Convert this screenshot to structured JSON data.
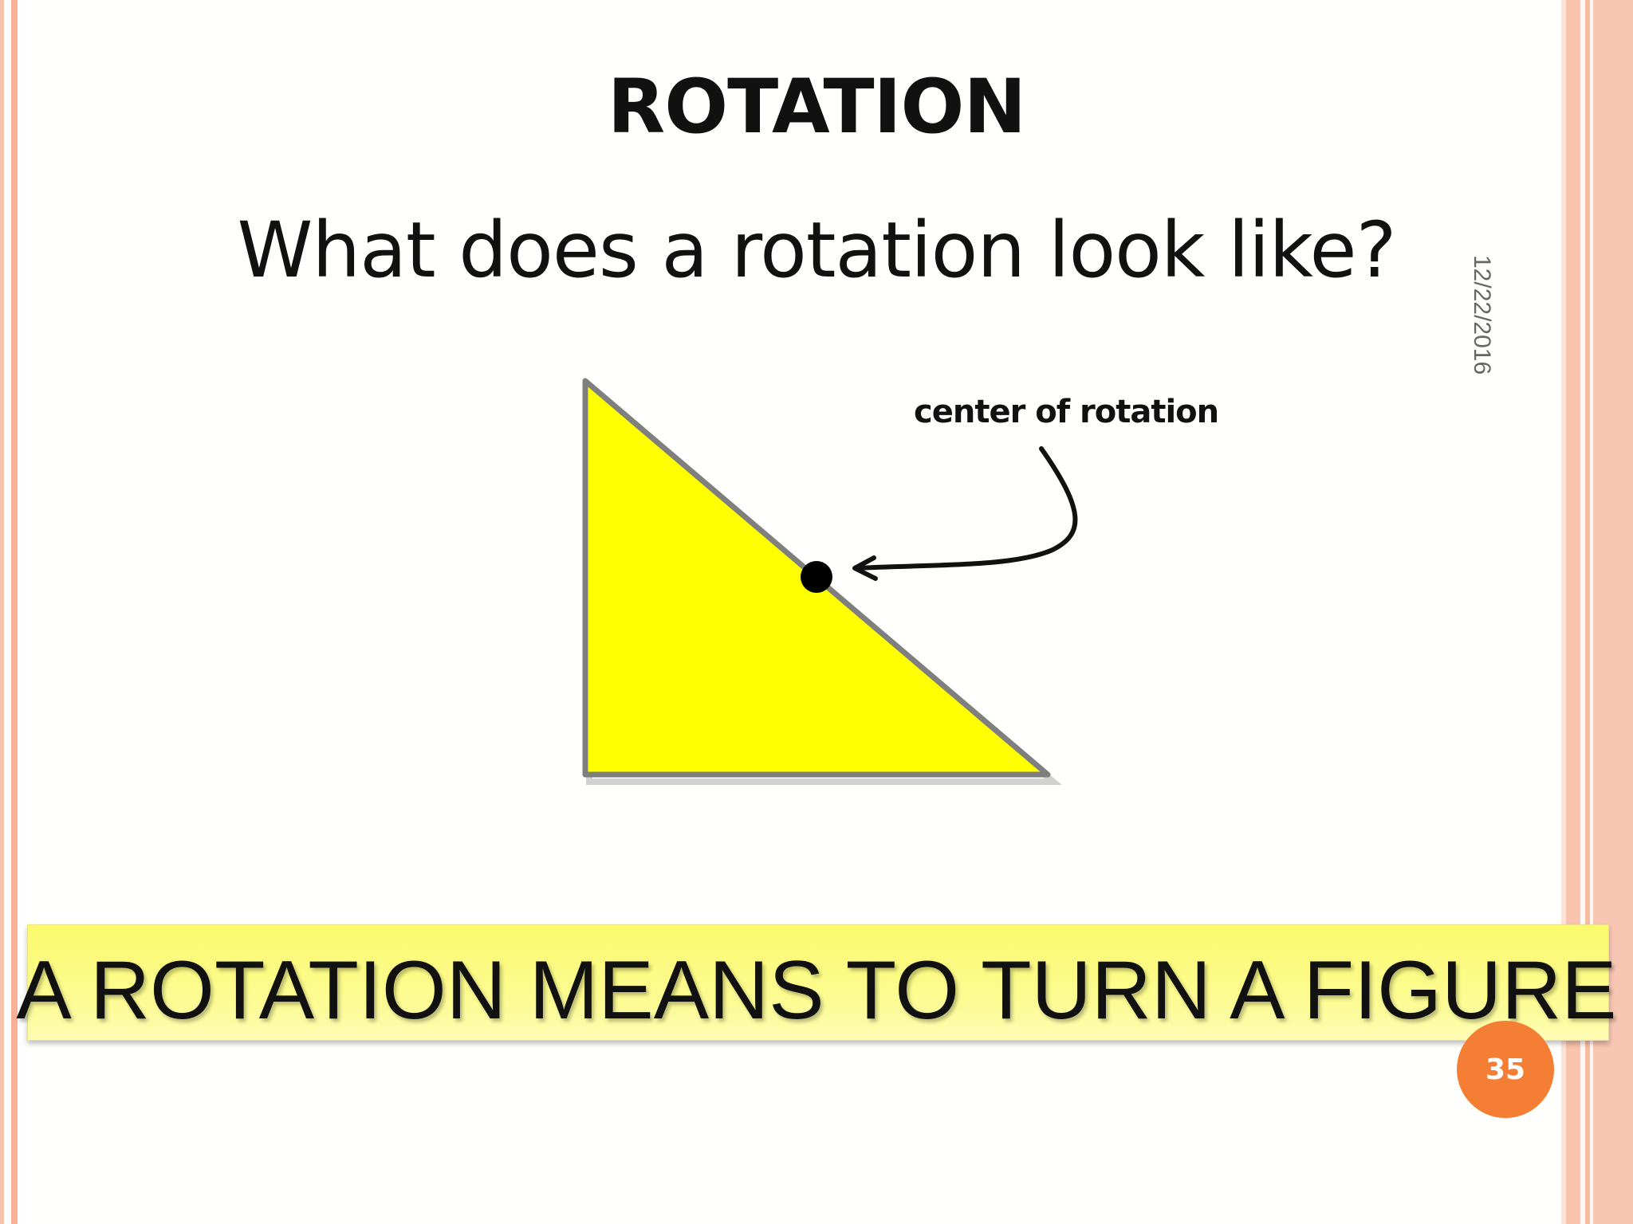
{
  "slide": {
    "title": "ROTATION",
    "subtitle": "What does a rotation look like?",
    "date": "12/22/2016",
    "figure_label": "center of rotation",
    "banner_text": "A ROTATION MEANS TO TURN A FIGURE",
    "page_number": "35"
  },
  "colors": {
    "triangle_fill": "#ffff00",
    "triangle_stroke": "#7f7f7f",
    "badge": "#f47f34",
    "banner": "#fbfa6c"
  }
}
